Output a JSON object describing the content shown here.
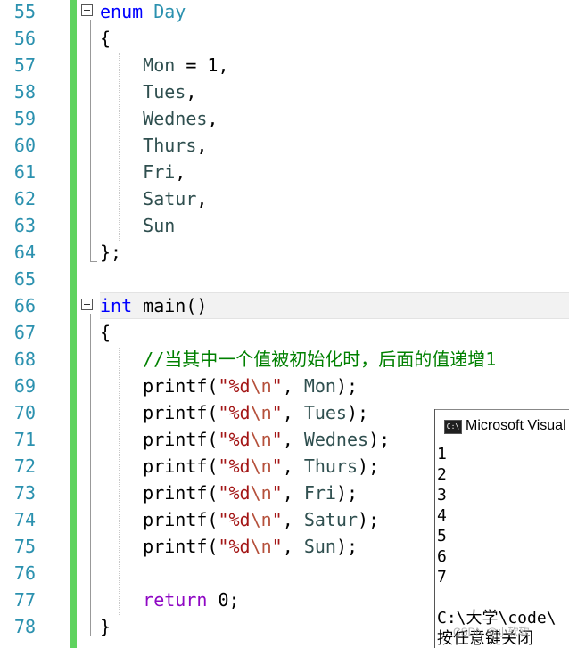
{
  "editor": {
    "lines": [
      {
        "num": "55",
        "tokens": [
          {
            "t": "enum",
            "c": "kw"
          },
          {
            "t": " ",
            "c": ""
          },
          {
            "t": "Day",
            "c": "type"
          }
        ]
      },
      {
        "num": "56",
        "tokens": [
          {
            "t": "{",
            "c": ""
          }
        ]
      },
      {
        "num": "57",
        "tokens": [
          {
            "t": "    Mon",
            "c": "enumc"
          },
          {
            "t": " = 1,",
            "c": ""
          }
        ]
      },
      {
        "num": "58",
        "tokens": [
          {
            "t": "    Tues",
            "c": "enumc"
          },
          {
            "t": ",",
            "c": ""
          }
        ]
      },
      {
        "num": "59",
        "tokens": [
          {
            "t": "    Wednes",
            "c": "enumc"
          },
          {
            "t": ",",
            "c": ""
          }
        ]
      },
      {
        "num": "60",
        "tokens": [
          {
            "t": "    Thurs",
            "c": "enumc"
          },
          {
            "t": ",",
            "c": ""
          }
        ]
      },
      {
        "num": "61",
        "tokens": [
          {
            "t": "    Fri",
            "c": "enumc"
          },
          {
            "t": ",",
            "c": ""
          }
        ]
      },
      {
        "num": "62",
        "tokens": [
          {
            "t": "    Satur",
            "c": "enumc"
          },
          {
            "t": ",",
            "c": ""
          }
        ]
      },
      {
        "num": "63",
        "tokens": [
          {
            "t": "    Sun",
            "c": "enumc"
          }
        ]
      },
      {
        "num": "64",
        "tokens": [
          {
            "t": "};",
            "c": ""
          }
        ]
      },
      {
        "num": "65",
        "tokens": []
      },
      {
        "num": "66",
        "tokens": [
          {
            "t": "int",
            "c": "kw"
          },
          {
            "t": " main()",
            "c": ""
          }
        ]
      },
      {
        "num": "67",
        "tokens": [
          {
            "t": "{",
            "c": ""
          }
        ]
      },
      {
        "num": "68",
        "tokens": [
          {
            "t": "    //当其中一个值被初始化时，后面的值递增1",
            "c": "cm"
          }
        ]
      },
      {
        "num": "69",
        "tokens": [
          {
            "t": "    printf(",
            "c": ""
          },
          {
            "t": "\"%d",
            "c": "str"
          },
          {
            "t": "\\n",
            "c": "esc"
          },
          {
            "t": "\"",
            "c": "str"
          },
          {
            "t": ", ",
            "c": ""
          },
          {
            "t": "Mon",
            "c": "enumc"
          },
          {
            "t": ");",
            "c": ""
          }
        ]
      },
      {
        "num": "70",
        "tokens": [
          {
            "t": "    printf(",
            "c": ""
          },
          {
            "t": "\"%d",
            "c": "str"
          },
          {
            "t": "\\n",
            "c": "esc"
          },
          {
            "t": "\"",
            "c": "str"
          },
          {
            "t": ", ",
            "c": ""
          },
          {
            "t": "Tues",
            "c": "enumc"
          },
          {
            "t": ");",
            "c": ""
          }
        ]
      },
      {
        "num": "71",
        "tokens": [
          {
            "t": "    printf(",
            "c": ""
          },
          {
            "t": "\"%d",
            "c": "str"
          },
          {
            "t": "\\n",
            "c": "esc"
          },
          {
            "t": "\"",
            "c": "str"
          },
          {
            "t": ", ",
            "c": ""
          },
          {
            "t": "Wednes",
            "c": "enumc"
          },
          {
            "t": ");",
            "c": ""
          }
        ]
      },
      {
        "num": "72",
        "tokens": [
          {
            "t": "    printf(",
            "c": ""
          },
          {
            "t": "\"%d",
            "c": "str"
          },
          {
            "t": "\\n",
            "c": "esc"
          },
          {
            "t": "\"",
            "c": "str"
          },
          {
            "t": ", ",
            "c": ""
          },
          {
            "t": "Thurs",
            "c": "enumc"
          },
          {
            "t": ");",
            "c": ""
          }
        ]
      },
      {
        "num": "73",
        "tokens": [
          {
            "t": "    printf(",
            "c": ""
          },
          {
            "t": "\"%d",
            "c": "str"
          },
          {
            "t": "\\n",
            "c": "esc"
          },
          {
            "t": "\"",
            "c": "str"
          },
          {
            "t": ", ",
            "c": ""
          },
          {
            "t": "Fri",
            "c": "enumc"
          },
          {
            "t": ");",
            "c": ""
          }
        ]
      },
      {
        "num": "74",
        "tokens": [
          {
            "t": "    printf(",
            "c": ""
          },
          {
            "t": "\"%d",
            "c": "str"
          },
          {
            "t": "\\n",
            "c": "esc"
          },
          {
            "t": "\"",
            "c": "str"
          },
          {
            "t": ", ",
            "c": ""
          },
          {
            "t": "Satur",
            "c": "enumc"
          },
          {
            "t": ");",
            "c": ""
          }
        ]
      },
      {
        "num": "75",
        "tokens": [
          {
            "t": "    printf(",
            "c": ""
          },
          {
            "t": "\"%d",
            "c": "str"
          },
          {
            "t": "\\n",
            "c": "esc"
          },
          {
            "t": "\"",
            "c": "str"
          },
          {
            "t": ", ",
            "c": ""
          },
          {
            "t": "Sun",
            "c": "enumc"
          },
          {
            "t": ");",
            "c": ""
          }
        ]
      },
      {
        "num": "76",
        "tokens": []
      },
      {
        "num": "77",
        "tokens": [
          {
            "t": "    ",
            "c": ""
          },
          {
            "t": "return",
            "c": "ret"
          },
          {
            "t": " 0;",
            "c": ""
          }
        ]
      },
      {
        "num": "78",
        "tokens": [
          {
            "t": "}",
            "c": ""
          }
        ]
      }
    ]
  },
  "console": {
    "title": "Microsoft Visual",
    "icon": "console-app-icon",
    "output": [
      "1",
      "2",
      "3",
      "4",
      "5",
      "6",
      "7",
      "",
      "C:\\大学\\code\\",
      "按任意键关闭"
    ]
  },
  "watermark": "CSDN @小软软"
}
